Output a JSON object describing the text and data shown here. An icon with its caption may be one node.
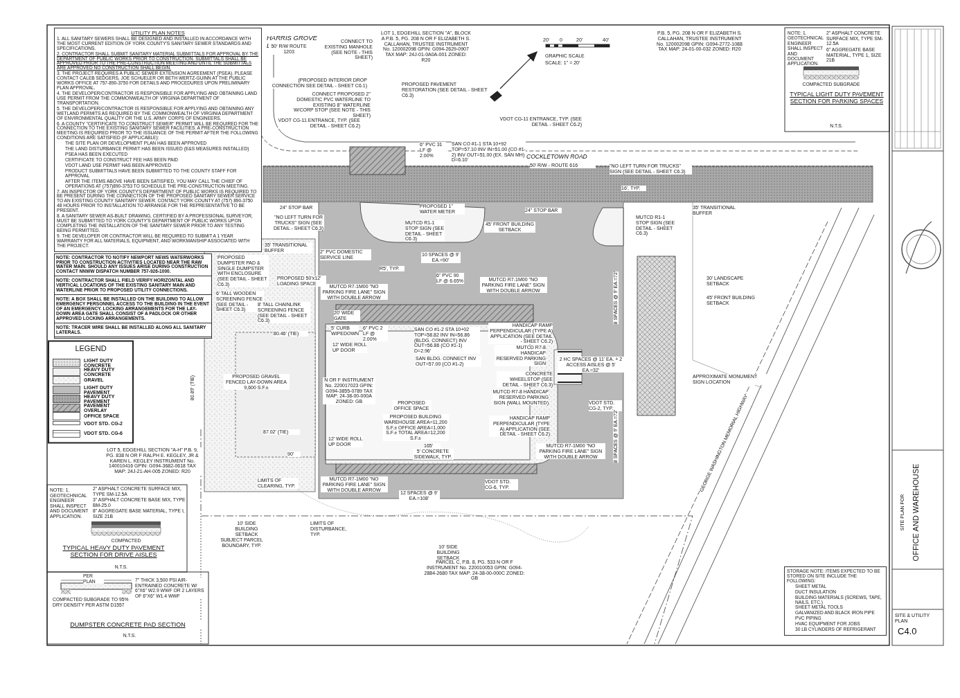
{
  "diagram": {
    "labels": [
      "UTILITY PLAN NOTES",
      "1. ALL SANITARY SEWERS SHALL BE DESIGNED AND INSTALLED IN ACCORDANCE WITH THE MOST CURRENT EDITION OF YORK COUNTY'S SANITARY SEWER STANDARDS AND SPECIFICATIONS.",
      "2. CONTRACTOR SHALL SUBMIT SANITARY MATERIAL SUBMITTALS FOR APPROVAL BY THE DEPARTMENT OF PUBLIC WORKS PRIOR TO CONSTRUCTION. SUBMITTALS SHALL BE APPROVED PRIOR TO THE PRE-CONSTRUCTION MEETING AND UNTIL THE SUBMITTALS ARE APPROVED NO CONSTRUCTION SHALL BEGIN.",
      "3. THE PROJECT REQUIRES A PUBLIC SEWER EXTENSION AGREEMENT (PSEA). PLEASE CONTACT CALEB SEDGERS, JOE SCHUELER OR BETH WERTZ-GUINN AT THE PUBLIC WORKS OFFICE AT 757-890-3750 FOR DETAILS AND PROCEDURES UPON PRELIMINARY PLAN APPROVAL.",
      "4. THE DEVELOPER/CONTRACTOR IS RESPONSIBLE FOR APPLYING AND OBTAINING LAND USE PERMIT FROM THE COMMONWEALTH OF VIRGINIA DEPARTMENT OF TRANSPORTATION.",
      "5. THE DEVELOPER/CONTRACTOR IS RESPONSIBLE FOR APPLYING AND OBTAINING ANY WETLAND PERMITS AS REQUIRED BY THE COMMONWEALTH OF VIRGINIA DEPARTMENT OF ENVIRONMENTAL QUALITY OR THE U.S. ARMY CORPS OF ENGINEERS.",
      "6. A COUNTY \"CERTIFICATE TO CONSTRUCT SEWER\" PERMIT WILL BE REQUIRED FOR THE CONNECTION TO THE EXISTING SANITARY SEWER FACILITIES. A PRE-CONSTRUCTION MEETING IS REQUIRED PRIOR TO THE ISSUANCE OF THE PERMIT AFTER THE FOLLOWING CONDITIONS ARE SATISFIED (IF APPLICABLE):",
      "THE SITE PLAN OR DEVELOPMENT PLAN HAS BEEN APPROVED",
      "THE LAND DISTURBANCE PERMIT HAS BEEN ISSUED (E&S MEASURES INSTALLED)",
      "PSEA HAS BEEN EXECUTED",
      "CERTIFICATE TO CONSTRUCT FEE HAS BEEN PAID",
      "VDOT LAND USE PERMIT HAS BEEN APPROVED",
      "PRODUCT SUBMITTALS HAVE BEEN SUBMITTED TO THE COUNTY STAFF FOR APPROVAL",
      "AFTER THE ITEMS ABOVE HAVE BEEN SATISFIED, YOU MAY CALL THE CHIEF OF OPERATIONS AT (757)890-3753 TO SCHEDULE THE PRE-CONSTRUCTION MEETING.",
      "7. AN INSPECTOR OF YORK COUNTY'S DEPARTMENT OF PUBLIC WORKS IS REQUIRED TO BE PRESENT DURING THE CONNECTION OF THE PROPOSED SANITARY SEWER SERVICE TO AN EXISTING COUNTY SANITARY SEWER. CONTACT YORK COUNTY AT (757) 890-3750 48 HOURS PRIOR TO INSTALLATION TO ARRANGE FOR THE REPRESENTATIVE TO BE PRESENT.",
      "8. A SANITARY SEWER AS-BUILT DRAWING, CERTIFIED BY A PROFESSIONAL SURVEYOR, MUST BE SUBMITTED TO YORK COUNTY'S DEPARTMENT OF PUBLIC WORKS UPON COMPLETING THE INSTALLATION OF THE SANITARY SEWER PRIOR TO ANY TESTING BEING PERMITTED.",
      "9. THE DEVELOPER OR CONTRACTOR WILL BE REQUIRED TO SUBMIT A 1 YEAR WARRANTY FOR ALL MATERIALS, EQUIPMENT, AND WORKMANSHIP ASSOCIATED WITH THE PROJECT.",
      "NOTE: CONTRACTOR TO NOTIFY NEWPORT NEWS WATERWORKS PRIOR TO CONSTRUCTION ACTIVITIES LOCATED NEAR THE RAW WATER MAIN. SHOULD ANY ISSUES ARISE DURING CONSTRUCTION CONTACT NNWW DISPATCH NUMBER 757-926-1000.",
      "NOTE: CONTRACTOR SHALL FIELD VERIFY HORIZONTAL AND VERTICAL LOCATIONS OF THE EXISTING SANITARY MAIN AND WATERLINE PRIOR TO PROPOSED UTILITY CONNECTIONS.",
      "NOTE: A BOX SHALL BE INSTALLED ON THE BUILDING TO ALLOW EMERGENCY PERSONNEL ACCESS TO THE BUILDING IN THE EVENT OF AN EMERGENCY. LOCKING ARRANGEMENTS FOR THE LAY-DOWN AREA GATE SHALL CONSIST OF A PADLOCK OR OTHER APPROVED LOCKING ARRANGEMENTS.",
      "NOTE: TRACER WIRE SHALL BE INSTALLED ALONG ALL SANITARY LATERALS.",
      "LEGEND",
      "HARRIS GROVE LANE",
      "50' R/W ROUTE 1203",
      "CONNECT TO EXISTING MANHOLE (SEE NOTE - THIS SHEET)",
      "LOT 1, EDGEHILL SECTION \"A\", BLOCK A P.B. 5, PG. 208 N OR F ELIZABETH S. CALLAHAN, TRUSTEE INSTRUMENT No. 120002098 GPIN: G094-2629-0907 TAX MAP: 24J-01-0A0A-001 ZONED: R20",
      "(PROPOSED INTERIOR DROP CONNECTION SEE DETAIL - SHEET C6.1)",
      "CONNECT PROPOSED 2\" DOMESTIC PVC WATERLINE TO EXISTING 8\" WATERLINE W/CORP STOP (SEE NOTE - THIS SHEET)",
      "VDOT CG-11 ENTRANCE, TYP. (SEE DETAIL - SHEET C6.2)",
      "PROPOSED PAVEMENT RESTORATION (SEE DETAIL - SHEET C6.3)",
      "GRAPHIC SCALE",
      "20'",
      "0",
      "20'",
      "40'",
      "SCALE: 1\" = 20'",
      "VDOT CG-11 ENTRANCE, TYP. (SEE DETAIL - SHEET C6.2)",
      "6\" PVC 31 LF @ 2.00%",
      "SAN CO #1-1 STA 10+92 TOP=57.10 INV IN=51.00 (CO #1-2) INV OUT=51.00 (EX. SAN MH) D=6.10'",
      "COCKLETOWN ROAD",
      "50' R/W - ROUTE 616",
      "\"NO LEFT TURN FOR TRUCKS\" SIGN (SEE DETAIL - SHEET C6.3)",
      "16', TYP.",
      "24\" STOP BAR",
      "\"NO LEFT TURN FOR TRUCKS\" SIGN (SEE DETAIL - SHEET C6.3)",
      "PROPOSED 1\" WATER METER",
      "24\" STOP BAR",
      "MUTCD R1-1 STOP SIGN (SEE DETAIL - SHEET C6.3)",
      "45' FRONT BUILDING SETBACK",
      "MUTCD R1-1 STOP SIGN (SEE DETAIL - SHEET C6.3)",
      "35' TRANSITIONAL BUFFER",
      "35' TRANSITIONAL BUFFER",
      "PROPOSED DUMPSTER PAD & SINGLE DUMPSTER WITH ENCLOSURE (SEE DETAIL - SHEET C6.3)",
      "6' TALL WOODEN SCREENING FENCE (SEE DETAIL - SHEET C6.3)",
      "PROPOSED 50'x12' LOADING SPACE",
      "2\" PVC DOMESTIC SERVICE LINE",
      "R5', TYP.",
      "10 SPACES @ 9' EA.=90'",
      "MUTCD R7-1M00 \"NO PARKING FIRE LANE\" SIGN WITH DOUBLE ARROW",
      "6\" PVC 90 LF @ 6.65%",
      "MUTCD R7-1M00 \"NO PARKING FIRE LANE\" SIGN WITH DOUBLE ARROW",
      "8' TALL CHAINLINK SCREENING FENCE (SEE DETAIL - SHEET C6.3)",
      "20' WIDE GATE",
      "80.46' (TIE)",
      "5' CURB WIPEDOWN",
      "6\" PVC 2 LF @ 2.00%",
      "12' WIDE ROLL UP DOOR",
      "SAN CO #1-2 STA 10+02 TOP=58.82 INV IN=56.86 (BLDG. CONNECT) INV OUT=56.86 (CO #1-1) D=2.96'",
      "HANDICAP RAMP PERPENDICULAR (TYPE A) APPLICATION (SEE DETAIL - SHEET C6.2)",
      "MUTCD R7-8 HANDICAP RESERVED PARKING SIGN",
      "SAN BLDG. CONNECT INV OUT=57.00 (CO #1-2)",
      "CONCRETE WHEELSTOP (SEE DETAIL - SHEET C6.3)",
      "2 HC SPACES @ 11' EA. + 2 ACCESS AISLES @ 5' EA.=32'",
      "PROPOSED GRAVEL FENCED LAY-DOWN AREA 9,600 S.F.±",
      "N OR F INSTRUMENT No. 220017023 GPIN: G094-3855-0789 TAX MAP: 24-38-00-000A ZONED: GB",
      "PROPOSED OFFICE SPACE",
      "MUTCD R7-8 HANDICAP RESERVED PARKING SIGN (WALL MOUNTED)",
      "PROPOSED BUILDING WAREHOUSE AREA=11,200 S.F.± OFFICE AREA=1,000 S.F.± TOTAL AREA=12,200 S.F.±",
      "HANDICAP RAMP PERPENDICULAR (TYPE A) APPLICATION (SEE DETAIL - SHEET C6.2)",
      "VDOT STD. CG-2, TYP.",
      "165'",
      "LOT 5, EDGEHILL SECTION \"A-H\" P.B. 9, PG. 838 N OR F RALPH E. KEGLEY, JR & KAREN L. KEGLEY INSTRUMENT No. 140010416 GPIN: G094-3682-0618 TAX MAP: 24J-21-AH-005 ZONED: R20",
      "87.02' (TIE)",
      "80.89' (TIE)",
      "90'",
      "12' WIDE ROLL UP DOOR",
      "5' CONCRETE SIDEWALK, TYP.",
      "MUTCD R7-1M00 \"NO PARKING FIRE LANE\" SIGN WITH DOUBLE ARROW",
      "MUTCD R7-1M00 \"NO PARKING FIRE LANE\" SIGN WITH DOUBLE ARROW",
      "VDOT STD. CG-6, TYP.",
      "12 SPACES @ 9' EA.=108'",
      "8 SPACES @ 9' EA.=72'",
      "8 SPACES @ 9' EA.=72'",
      "30' LANDSCAPE SETBACK",
      "45' FRONT BUILDING SETBACK",
      "APPROXIMATE MONUMENT SIGN LOCATION",
      "GEORGE WASHINGTON MEMORIAL HIGHWAY",
      "LIMITS OF CLEARING, TYP.",
      "10' SIDE BUILDING SETBACK",
      "LIMITS OF DISTURBANCE, TYP.",
      "SUBJECT PARCEL BOUNDARY, TYP.",
      "10' SIDE BUILDING SETBACK",
      "PARCEL C, P.B. 8, PG. 533 N OR F INSTRUMENT No. 220010053 GPIN: G094-2884-2680 TAX MAP: 24-38-00-000C ZONED: GB",
      "P.B. 5, PG. 208 N OR F ELIZABETH S. CALLAHAN, TRUSTEE INSTRUMENT No. 120002098 GPIN: G094-2772-1088 TAX MAP: 24-01-00-032 ZONED: R20",
      "NOTE: 1. GEOTECHNICAL ENGINEER SHALL INSPECT AND DOCUMENT APPLICATION.",
      "2\" ASPHALT CONCRETE SURFACE MIX, TYPE SM-12.5A",
      "6\" AGGREGATE BASE MATERIAL, TYPE 1, SIZE 21B",
      "COMPACTED SUBGRADE",
      "TYPICAL LIGHT DUTY PAVEMENT SECTION FOR PARKING SPACES",
      "N.T.S.",
      "NOTE: 1. GEOTECHNICAL ENGINEER SHALL INSPECT AND DOCUMENT APPLICATION.",
      "2\" ASPHALT CONCRETE SURFACE MIX, TYPE SM-12.5A",
      "3\" ASPHALT CONCRETE BASE MIX, TYPE BM-25.0",
      "8\" AGGREGATE BASE MATERIAL, TYPE I, SIZE 21B",
      "COMPACTED SUBGRADE",
      "TYPICAL HEAVY DUTY PAVEMENT SECTION FOR DRIVE AISLES",
      "N.T.S.",
      "PER PLAN",
      "7\" THICK 3,500 PSI AIR-ENTRAINED CONCRETE W/ 6\"X6\" W2.9 WWF OR 2 LAYERS OF 6\"X6\" W1.4 WWF",
      "COMPACTED SUBGRADE TO 95% DRY DENSITY PER ASTM D1557",
      "DUMPSTER CONCRETE PAD SECTION",
      "N.T.S.",
      "STORAGE NOTE: ITEMS EXPECTED TO BE STORED ON SITE INCLUDE THE FOLLOWING:",
      "SHEET METAL",
      "DUCT INSULATION",
      "BUILDING MATERIALS (SCREWS, TAPE, NAILS, ETC.)",
      "SHEET METAL TOOLS",
      "GALVANIZED AND BLACK IRON PIPE",
      "PVC PIPING",
      "HVAC EQUIPMENT FOR JOBS",
      "30 LB CYLINDERS OF REFRIGERANT",
      "SITE PLAN FOR",
      "OFFICE AND WAREHOUSE",
      "SITE & UTILITY PLAN",
      "C4.0"
    ],
    "legend": [
      {
        "text": "LIGHT DUTY CONCRETE"
      },
      {
        "text": "HEAVY DUTY CONCRETE"
      },
      {
        "text": "GRAVEL"
      },
      {
        "text": "LIGHT DUTY PAVEMENT"
      },
      {
        "text": "HEAVY DUTY PAVEMENT"
      },
      {
        "text": "PAVEMENT OVERLAY"
      },
      {
        "text": "OFFICE SPACE"
      },
      {
        "text": "VDOT STD. CG-2"
      },
      {
        "text": "VDOT STD. CG-6"
      }
    ]
  }
}
